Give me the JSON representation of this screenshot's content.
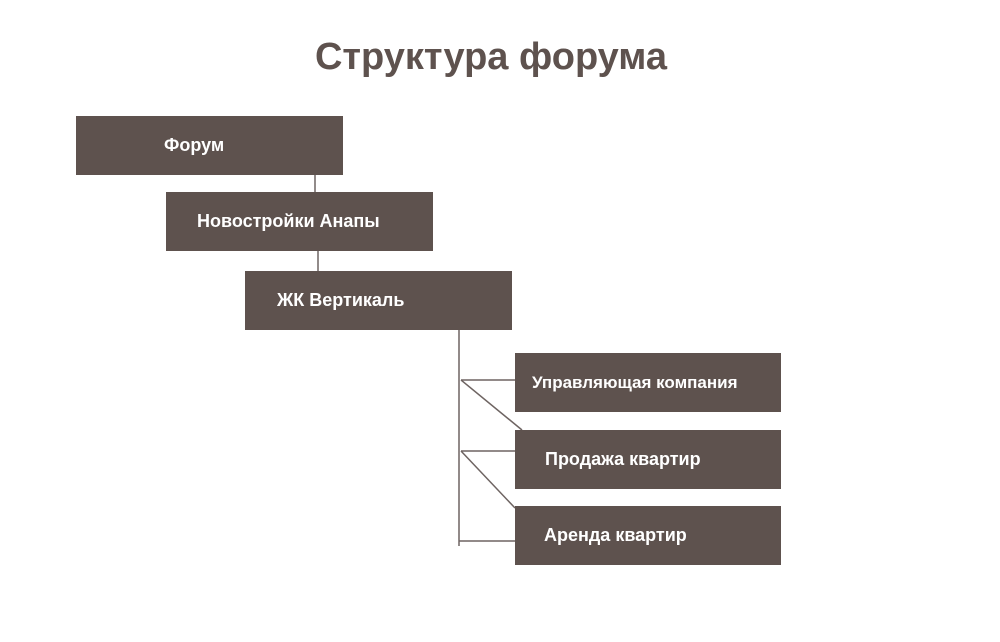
{
  "title": "Структура форума",
  "nodes": {
    "forum": "Форум",
    "novostroyki": "Новостройки Анапы",
    "zhk": "ЖК Вертикаль",
    "uk": "Управляющая компания",
    "prodazha": "Продажа квартир",
    "arenda": "Аренда квартир"
  },
  "colors": {
    "box": "#5e524e",
    "line": "#6e6462"
  }
}
